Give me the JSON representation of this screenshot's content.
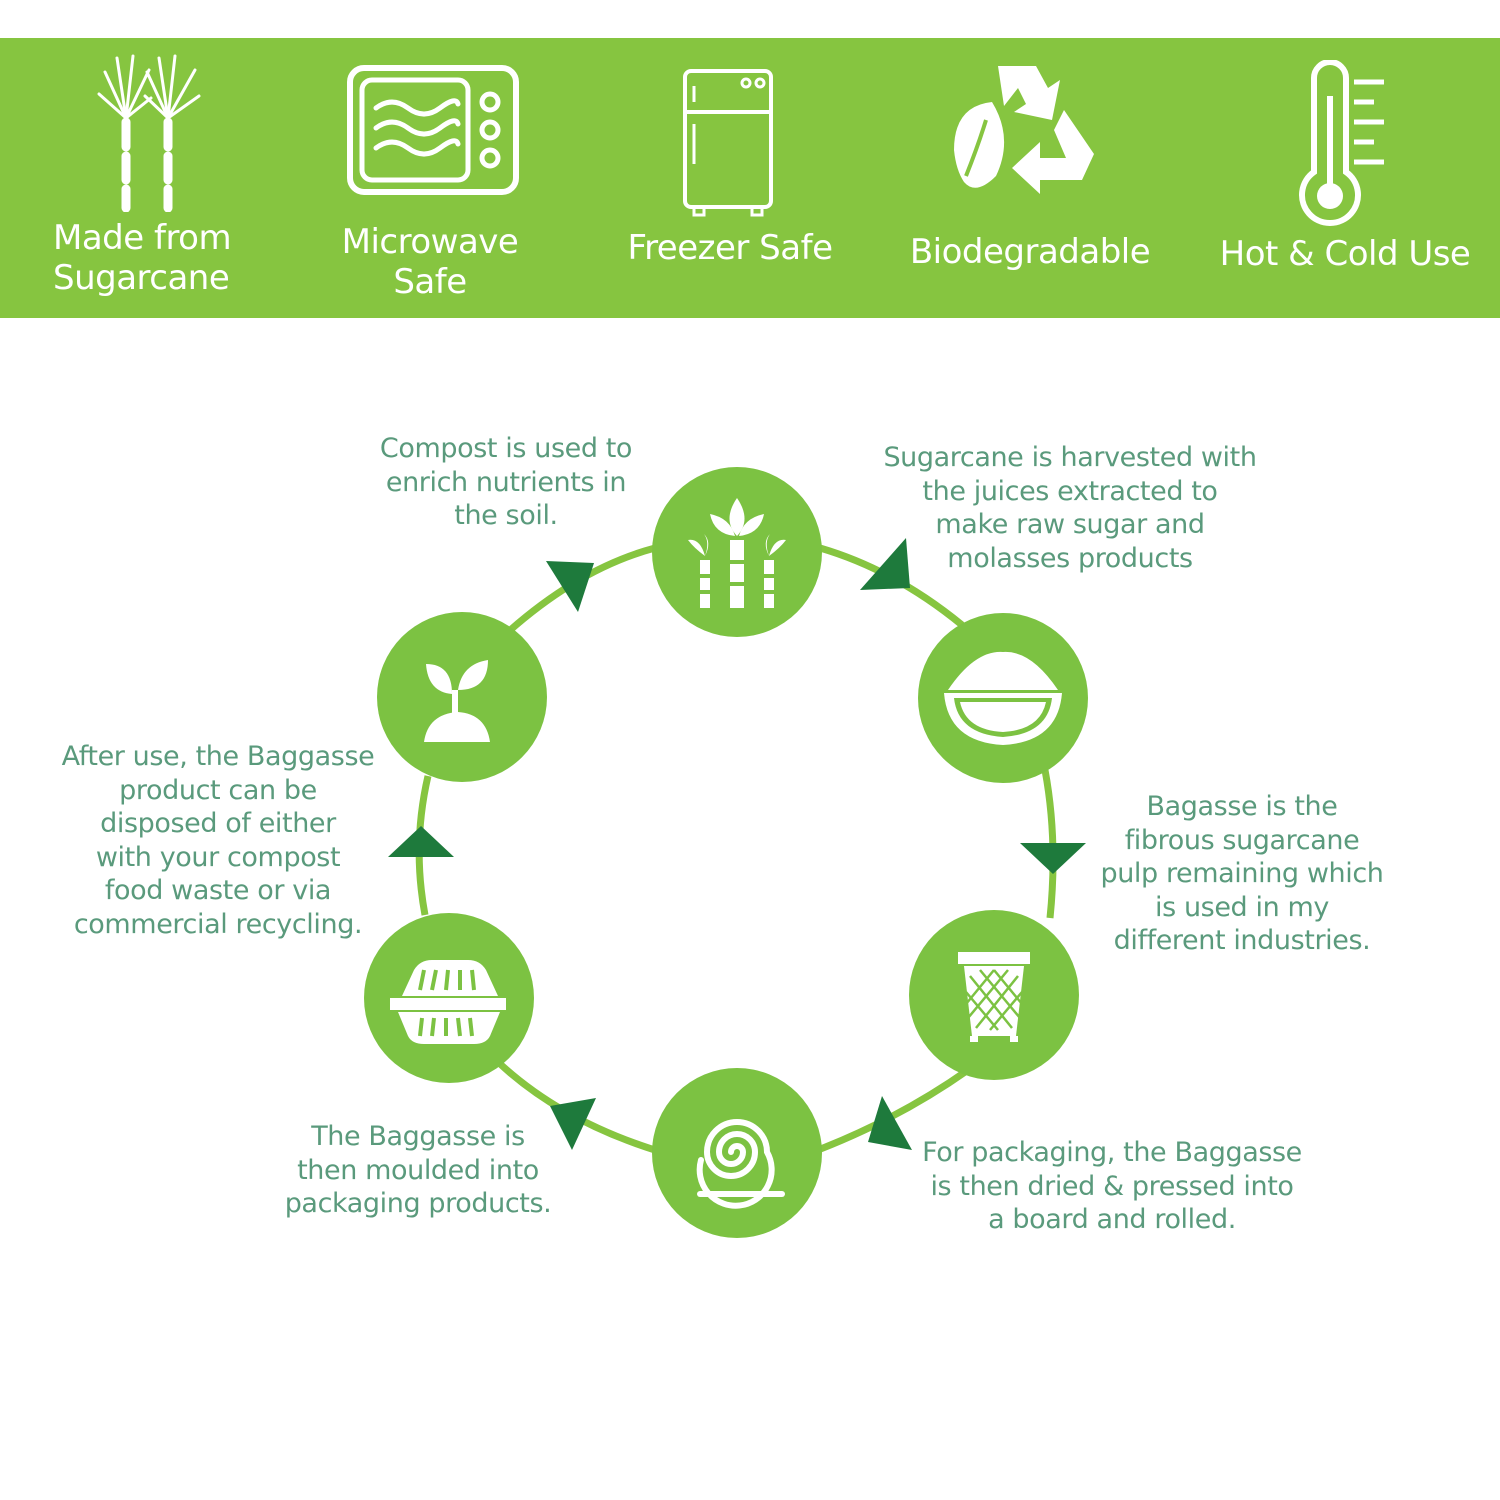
{
  "banner": {
    "background": "#86c540",
    "features": [
      {
        "id": "sugarcane",
        "icon": "sugarcane-icon",
        "label": "Made from\nSugarcane"
      },
      {
        "id": "microwave",
        "icon": "microwave-icon",
        "label": "Microwave\nSafe"
      },
      {
        "id": "freezer",
        "icon": "freezer-icon",
        "label": "Freezer Safe"
      },
      {
        "id": "biodegradable",
        "icon": "recycle-leaf-icon",
        "label": "Biodegradable"
      },
      {
        "id": "hot-cold",
        "icon": "thermometer-icon",
        "label": "Hot & Cold Use"
      }
    ]
  },
  "cycle": {
    "colors": {
      "node": "#7cc242",
      "ring": "#86c540",
      "arrow": "#1e7a3c",
      "text": "#5a9a7c"
    },
    "steps": [
      {
        "id": "compost",
        "icon": "sprout-icon",
        "text": "Compost is used to\nenrich nutrients in\nthe soil."
      },
      {
        "id": "harvest",
        "icon": "sugarcane-plant-icon",
        "text": "Sugarcane is harvested with\nthe juices extracted to\nmake raw sugar and\nmolasses products"
      },
      {
        "id": "pulp",
        "icon": "bowl-icon",
        "text": "Bagasse is the\nfibrous sugarcane\npulp remaining which\nis used in my\ndifferent industries."
      },
      {
        "id": "board",
        "icon": "roll-icon",
        "text": "For packaging, the Baggasse\nis then dried & pressed into\na board and rolled."
      },
      {
        "id": "mould",
        "icon": "clamshell-icon",
        "text": "The Baggasse is\nthen moulded into\npackaging products."
      },
      {
        "id": "dispose",
        "icon": "waste-bin-icon",
        "text": "After use, the Baggasse\nproduct can be\ndisposed of either\nwith your compost\nfood waste or via\ncommercial recycling."
      }
    ]
  }
}
